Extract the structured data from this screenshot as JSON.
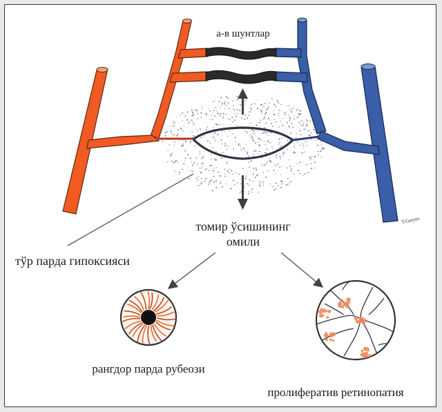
{
  "labels": {
    "shunts": "а-в шунтлар",
    "growth_factor_line1": "томир ўсишининг",
    "growth_factor_line2": "омили",
    "retinal_hypoxia": "тўр парда гипоксияси",
    "iris_rubeosis": "рангдор парда рубеози",
    "proliferative_retinopathy": "пролифератив ретинопатия",
    "signature": "T.Guryev"
  },
  "colors": {
    "artery": "#f15a22",
    "vein": "#3a5ea8",
    "shunt_dark": "#2a2a2a",
    "capillary": "#3a3a4a",
    "hypoxia_dots": "#7d7d7d",
    "arrow_fill": "#3f3f3f",
    "neovascular": "#ef8a5a"
  }
}
